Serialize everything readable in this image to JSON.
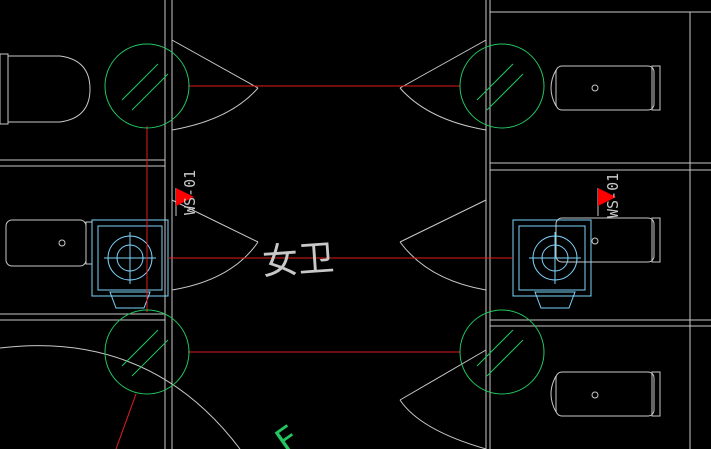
{
  "drawing": {
    "room_label": "女卫",
    "tag_left": "WS-01",
    "tag_right": "WS-01",
    "partial_label": "F"
  },
  "colors": {
    "background": "#000000",
    "wall": "#c8c8c8",
    "pipe": "#e11d1d",
    "fixture_circle": "#22c55e",
    "drain": "#7dd3fc",
    "flag": "#ff0000",
    "text": "#c8c8c8"
  },
  "layers": [
    "walls",
    "doors",
    "toilets",
    "drains",
    "pipes",
    "fixtures",
    "annotations"
  ]
}
